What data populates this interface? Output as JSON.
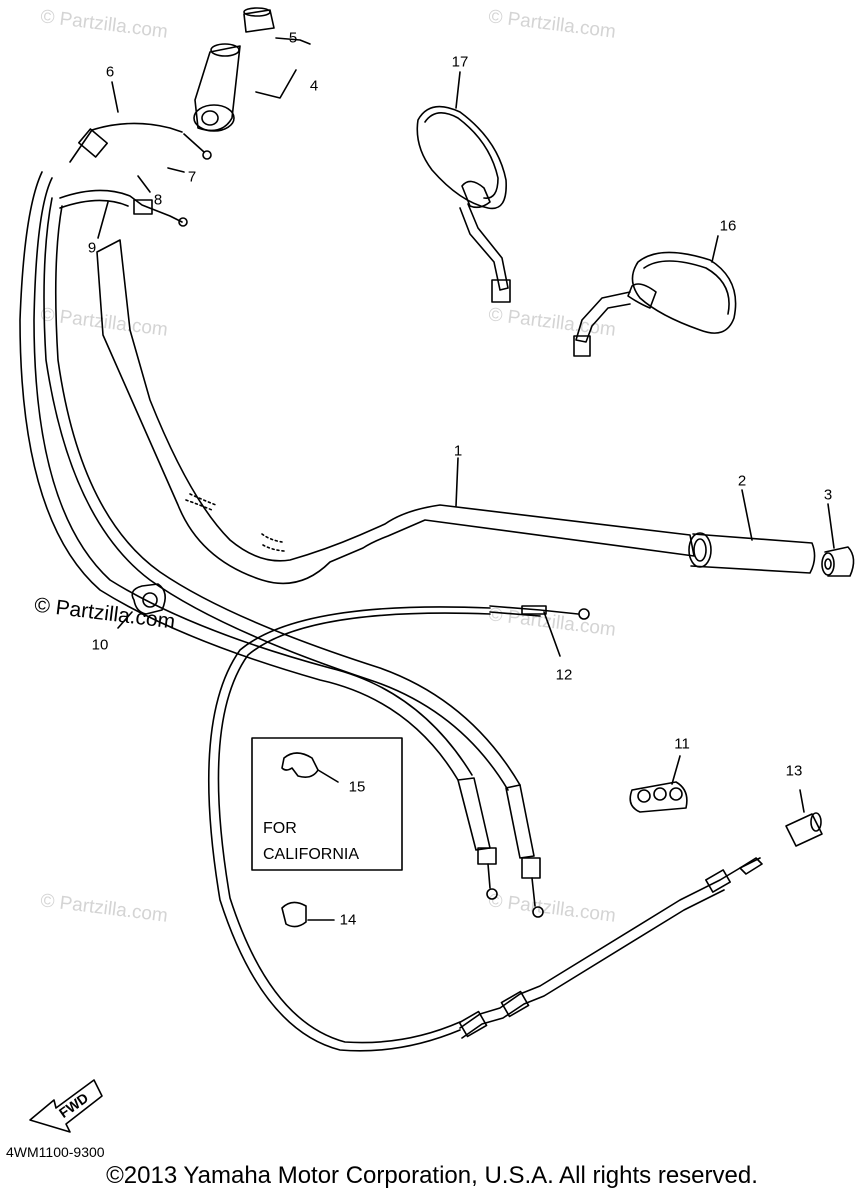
{
  "watermark": "© Partzilla.com",
  "parts": [
    {
      "id": "1",
      "label": "1"
    },
    {
      "id": "2",
      "label": "2"
    },
    {
      "id": "3",
      "label": "3"
    },
    {
      "id": "4",
      "label": "4"
    },
    {
      "id": "5",
      "label": "5"
    },
    {
      "id": "6",
      "label": "6"
    },
    {
      "id": "7",
      "label": "7"
    },
    {
      "id": "8",
      "label": "8"
    },
    {
      "id": "9",
      "label": "9"
    },
    {
      "id": "10",
      "label": "10"
    },
    {
      "id": "11",
      "label": "11"
    },
    {
      "id": "12",
      "label": "12"
    },
    {
      "id": "13",
      "label": "13"
    },
    {
      "id": "14",
      "label": "14"
    },
    {
      "id": "15",
      "label": "15"
    },
    {
      "id": "16",
      "label": "16"
    },
    {
      "id": "17",
      "label": "17"
    }
  ],
  "california_box": {
    "line1": "FOR",
    "line2": "CALIFORNIA"
  },
  "fwd_label": "FWD",
  "diagram_code": "4WM1100-9300",
  "copyright": "©2013 Yamaha Motor Corporation, U.S.A. All rights reserved."
}
